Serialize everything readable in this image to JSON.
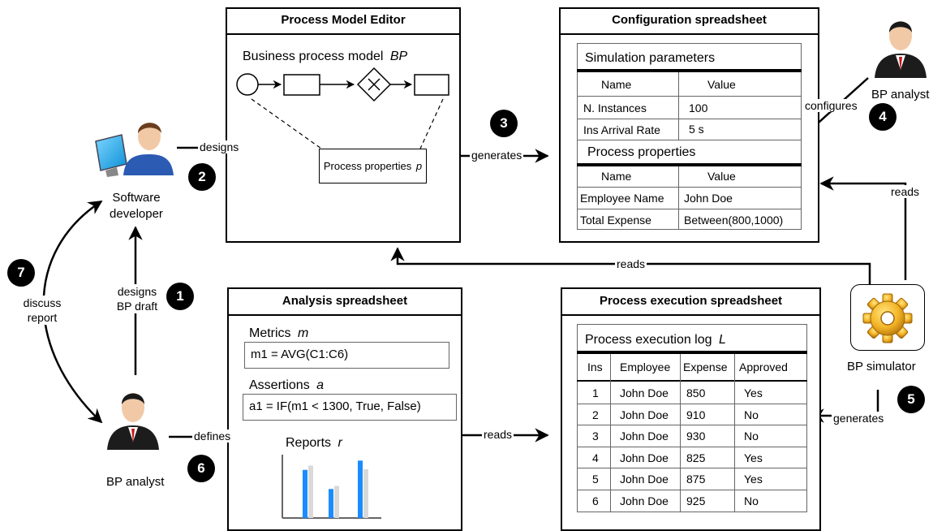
{
  "actors": {
    "software_developer": "Software\ndeveloper",
    "bp_analyst_left": "BP analyst",
    "bp_analyst_right": "BP analyst",
    "bp_simulator": "BP simulator"
  },
  "steps": [
    "1",
    "2",
    "3",
    "4",
    "5",
    "6",
    "7"
  ],
  "edges": {
    "designs": "designs",
    "generates_config": "generates",
    "configures": "configures",
    "reads_config": "reads",
    "reads_editor": "reads",
    "generates_exec": "generates",
    "reads_exec": "reads",
    "defines": "defines",
    "designs_bp_draft": "designs\nBP draft",
    "discuss_report": "discuss\nreport"
  },
  "process_model_editor": {
    "title": "Process Model Editor",
    "model_label": "Business process model",
    "model_var": "BP",
    "properties_label": "Process properties",
    "properties_var": "p"
  },
  "configuration_spreadsheet": {
    "title": "Configuration spreadsheet",
    "sim_params_title": "Simulation parameters",
    "header_name": "Name",
    "header_value": "Value",
    "sim_params": [
      {
        "name": "N. Instances",
        "value": "100"
      },
      {
        "name": "Ins Arrival Rate",
        "value": "5 s"
      }
    ],
    "proc_props_title": "Process properties",
    "proc_props": [
      {
        "name": "Employee Name",
        "value": "John Doe"
      },
      {
        "name": "Total Expense",
        "value": "Between(800,1000)"
      }
    ]
  },
  "analysis_spreadsheet": {
    "title": "Analysis spreadsheet",
    "metrics_label": "Metrics",
    "metrics_var": "m",
    "metric_formula": "m1 = AVG(C1:C6)",
    "assertions_label": "Assertions",
    "assertions_var": "a",
    "assertion_formula": "a1 = IF(m1 < 1300, True, False)",
    "reports_label": "Reports",
    "reports_var": "r"
  },
  "process_execution_spreadsheet": {
    "title": "Process execution spreadsheet",
    "log_title": "Process execution log",
    "log_var": "L",
    "columns": [
      "Ins",
      "Employee",
      "Expense",
      "Approved"
    ],
    "rows": [
      [
        "1",
        "John Doe",
        "850",
        "Yes"
      ],
      [
        "2",
        "John Doe",
        "910",
        "No"
      ],
      [
        "3",
        "John Doe",
        "930",
        "No"
      ],
      [
        "4",
        "John Doe",
        "825",
        "Yes"
      ],
      [
        "5",
        "John Doe",
        "875",
        "Yes"
      ],
      [
        "6",
        "John Doe",
        "925",
        "No"
      ]
    ]
  },
  "report_chart": {
    "series_colors": [
      "#1a8cff",
      "#d9d9d9"
    ],
    "groups": [
      [
        0.78,
        0.85
      ],
      [
        0.47,
        0.52
      ],
      [
        0.93,
        0.79
      ]
    ]
  }
}
